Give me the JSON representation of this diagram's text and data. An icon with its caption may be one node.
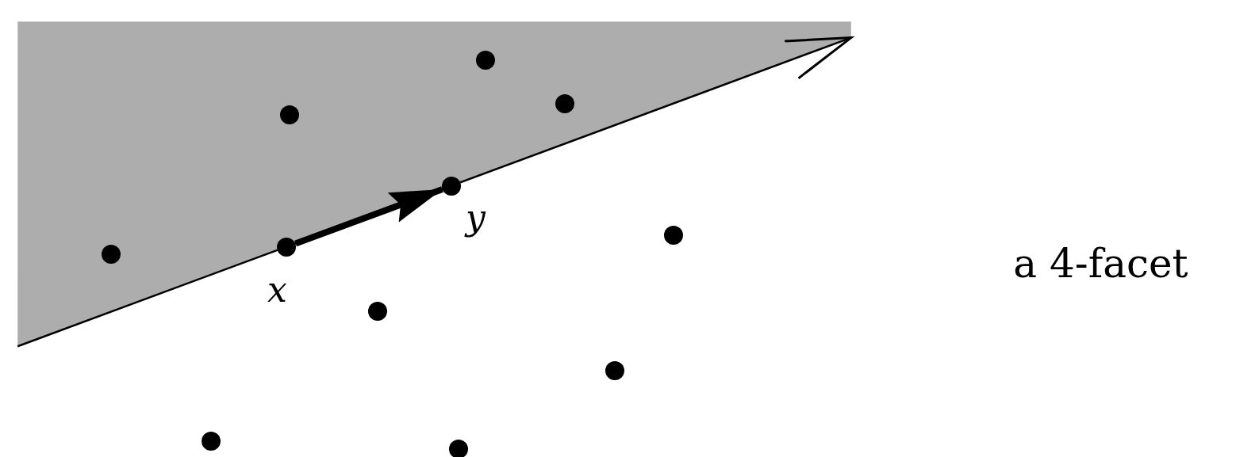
{
  "diagram": {
    "nodes": [
      {
        "text": [],
        "shape": "circle"
      },
      {
        "text": [],
        "shape": "circle"
      },
      {
        "text": [],
        "shape": "circle",
        "beside": [
          "x"
        ]
      },
      {
        "text": [],
        "shape": "circle"
      },
      {
        "text": [],
        "shape": "circle"
      },
      {
        "text": [],
        "shape": "circle",
        "beside": [
          "y"
        ]
      },
      {
        "text": [],
        "shape": "circle"
      },
      {
        "text": [],
        "shape": "circle"
      },
      {
        "text": [],
        "shape": "circle"
      },
      {
        "text": [],
        "shape": "circle"
      },
      {
        "text": [],
        "shape": "circle"
      }
    ],
    "edges": [
      {
        "from": 2,
        "to": 5,
        "arrow": "to"
      }
    ],
    "labels": [
      "a 4-facet"
    ]
  }
}
